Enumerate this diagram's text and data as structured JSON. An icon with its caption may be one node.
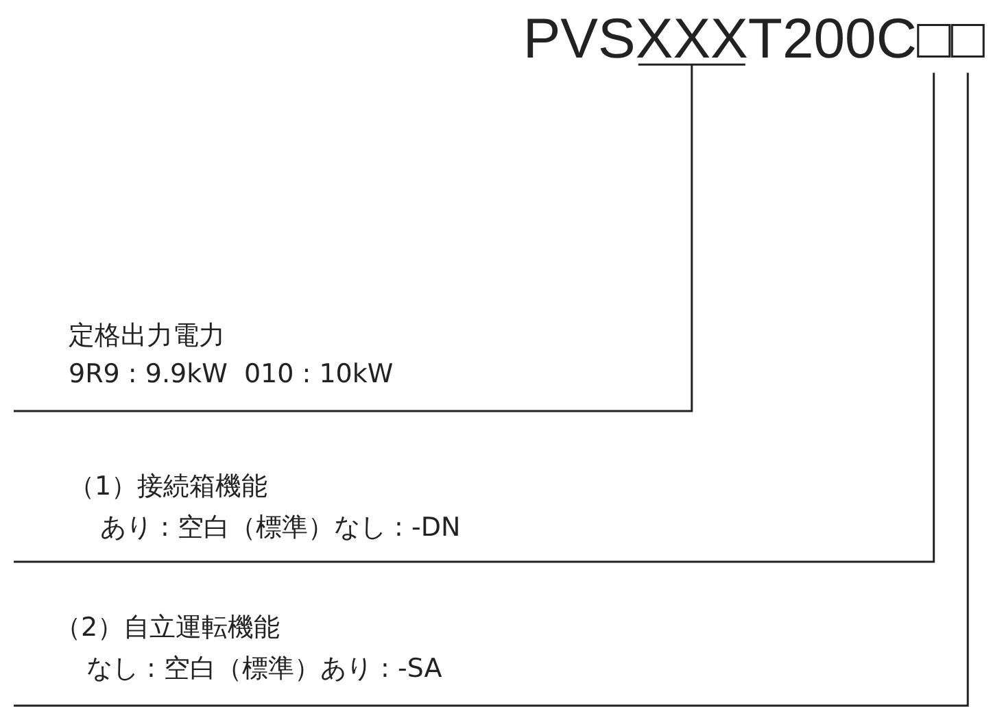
{
  "diagram": {
    "title": "PVSXXXT200C□□",
    "nodes": [
      {
        "text": [
          "定格出力電力",
          "9R9 : 9.9kW  010 : 10kW"
        ]
      },
      {
        "text": [
          "（1）接続箱機能",
          "あり : 空白（標準）なし : -DN"
        ]
      },
      {
        "text": [
          "（2）自立運転機能",
          "なし : 空白（標準）あり : -SA"
        ]
      }
    ],
    "edges": [
      {
        "from": 0,
        "to": null,
        "arrow": "none"
      },
      {
        "from": 1,
        "to": null,
        "arrow": "none"
      },
      {
        "from": 2,
        "to": null,
        "arrow": "none"
      }
    ]
  }
}
